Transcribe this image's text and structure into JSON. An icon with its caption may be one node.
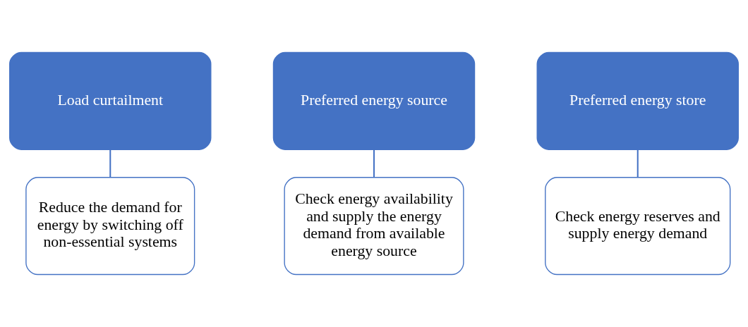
{
  "diagram": {
    "nodes": [
      {
        "text": [
          "Load curtailment"
        ]
      },
      {
        "text": [
          "Preferred energy source"
        ]
      },
      {
        "text": [
          "Preferred energy store"
        ]
      },
      {
        "text": [
          "Reduce the demand for energy by switching off non-essential systems"
        ]
      },
      {
        "text": [
          "Check energy availability and supply the energy demand from available energy source"
        ]
      },
      {
        "text": [
          "Check energy reserves and supply energy demand"
        ]
      }
    ],
    "edges": [
      {
        "from": 0,
        "to": 3,
        "arrow": "none"
      },
      {
        "from": 1,
        "to": 4,
        "arrow": "none"
      },
      {
        "from": 2,
        "to": 5,
        "arrow": "none"
      }
    ]
  }
}
